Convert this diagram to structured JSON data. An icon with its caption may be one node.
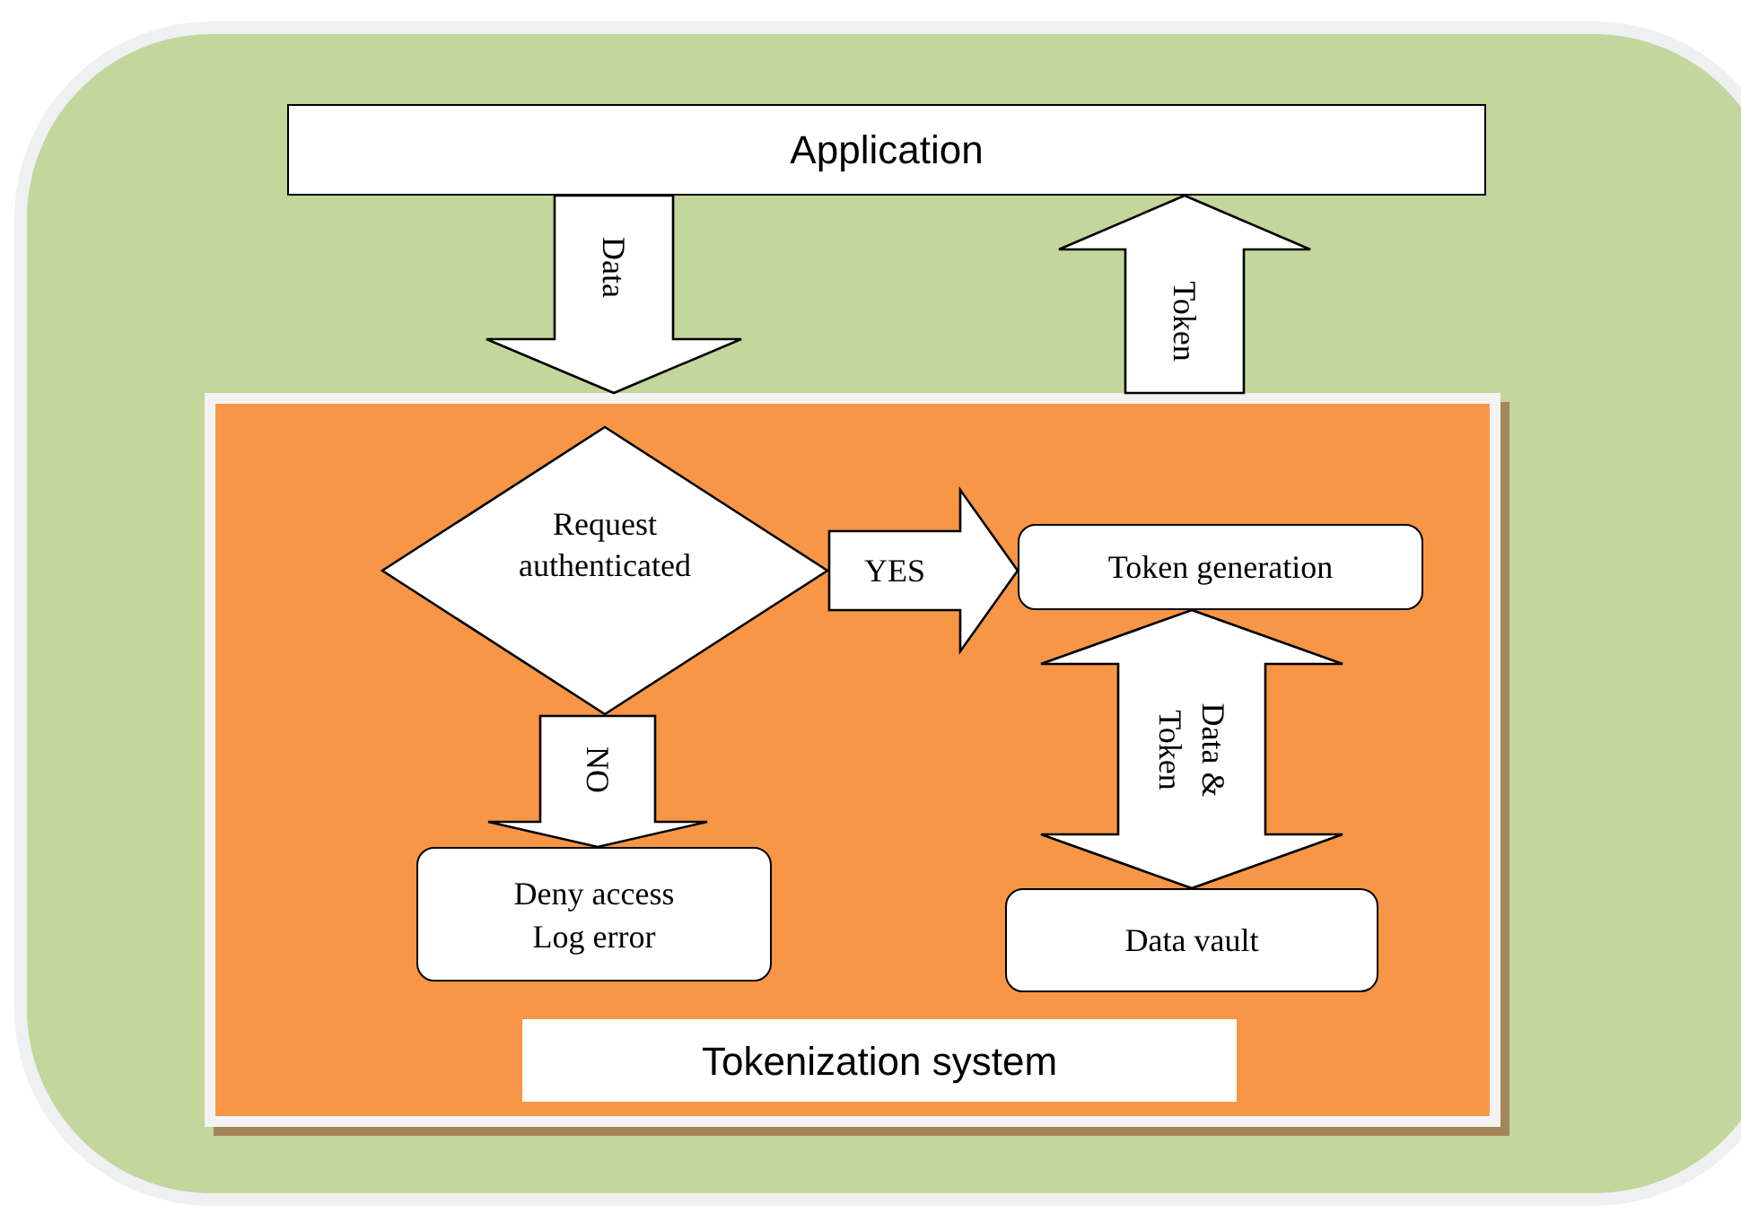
{
  "diagram": {
    "nodes": [
      {
        "text": [
          "Application"
        ]
      },
      {
        "text": [
          "Tokenization system"
        ]
      },
      {
        "text": [
          "Request authenticated"
        ],
        "in": 1
      },
      {
        "text": [
          "Token generation"
        ],
        "in": 1
      },
      {
        "text": [
          "Deny access Log error"
        ],
        "in": 1
      },
      {
        "text": [
          "Data vault"
        ],
        "in": 1
      }
    ],
    "edges": [
      {
        "from": 0,
        "to": 1,
        "arrow": "to",
        "label": "Data"
      },
      {
        "from": 1,
        "to": 0,
        "arrow": "to",
        "label": "Token"
      },
      {
        "from": 2,
        "to": 3,
        "arrow": "to",
        "label": "YES"
      },
      {
        "from": 2,
        "to": 4,
        "arrow": "to",
        "label": "NO"
      },
      {
        "from": 3,
        "to": 5,
        "arrow": "both",
        "label": "Data & Token"
      }
    ]
  }
}
